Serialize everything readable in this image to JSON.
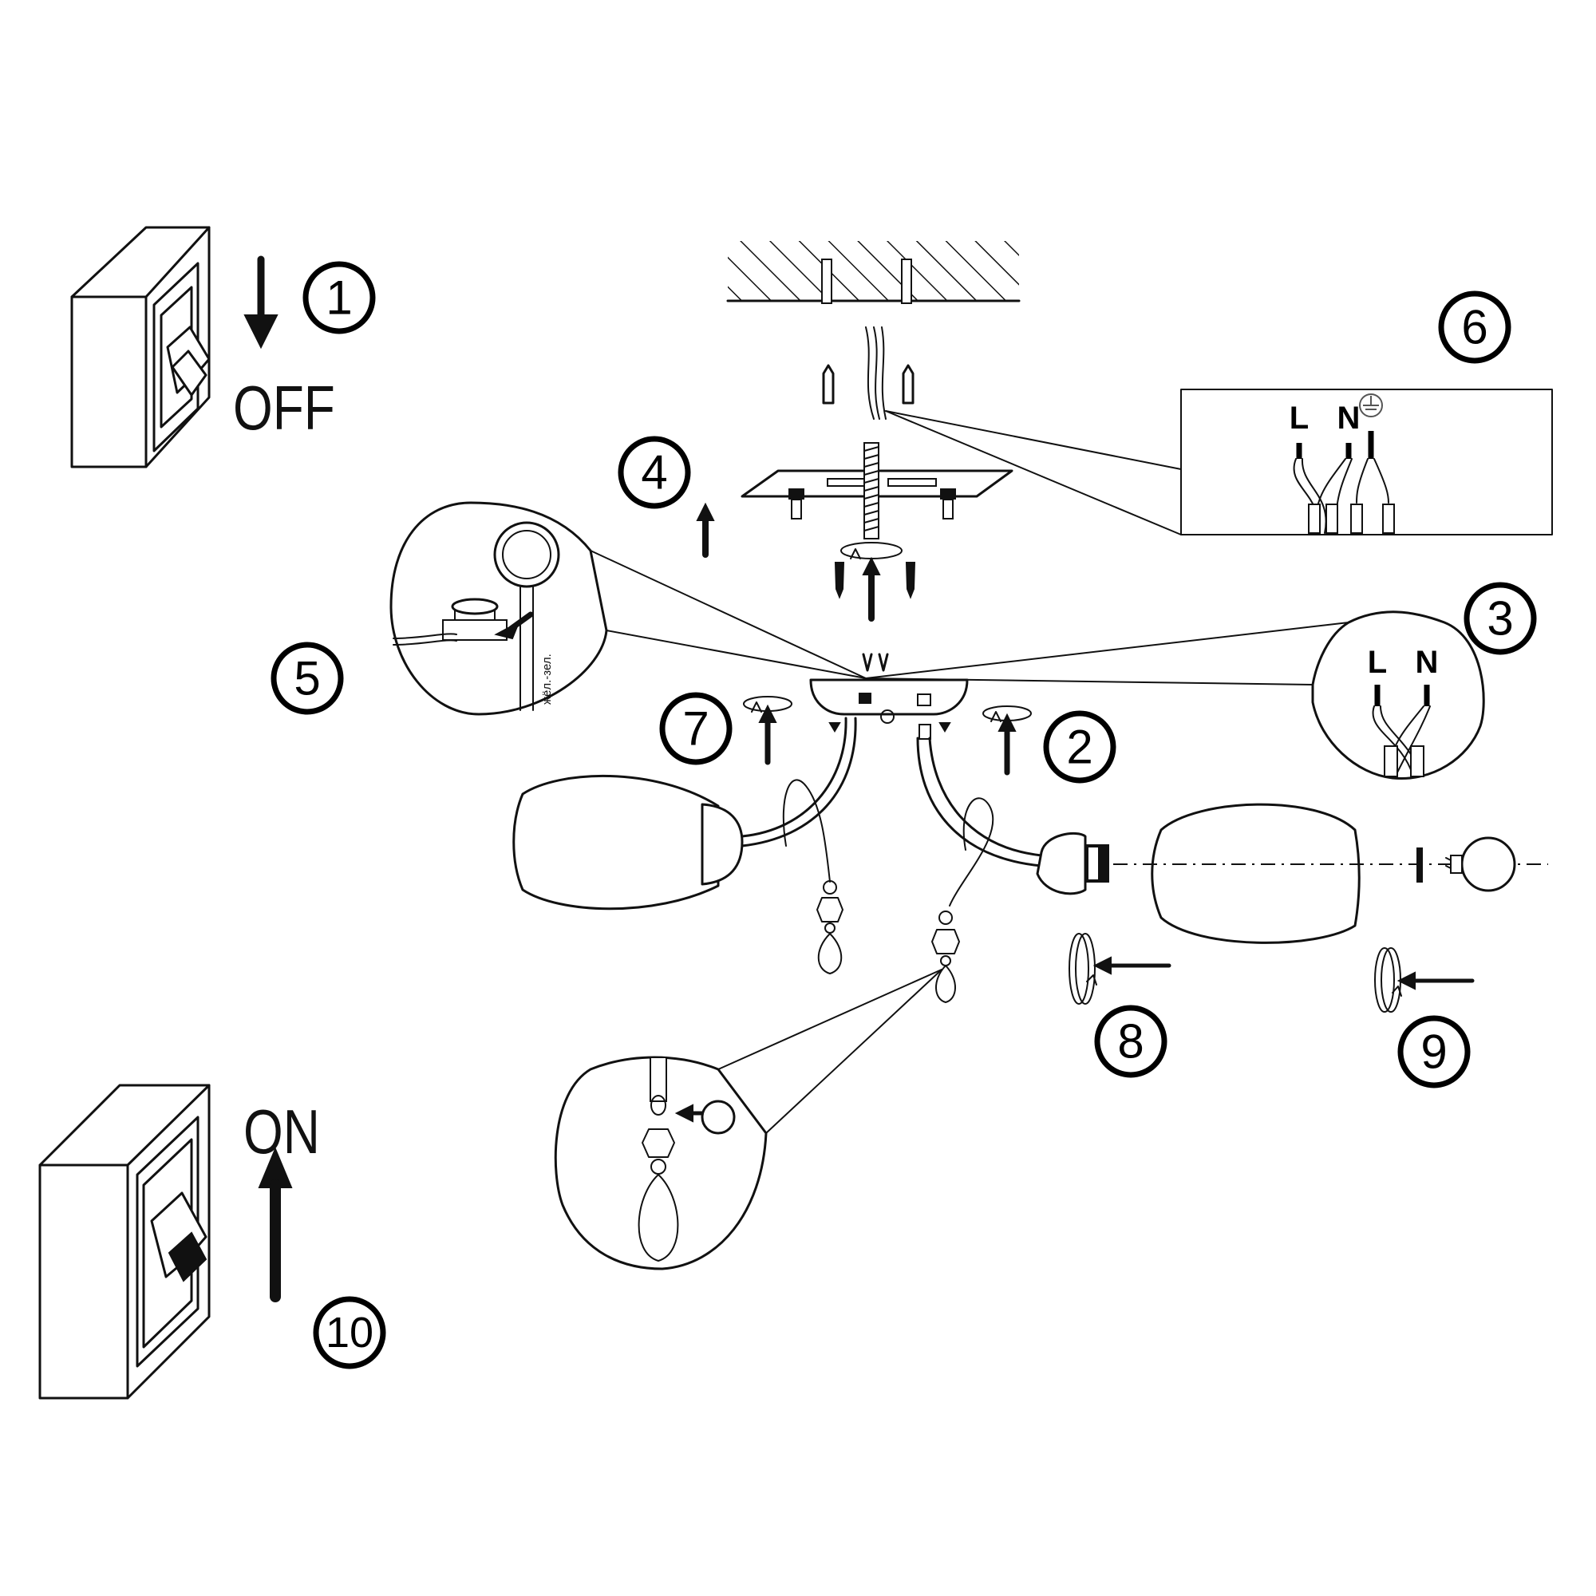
{
  "diagram": {
    "switch_off_label": "OFF",
    "switch_on_label": "ON",
    "steps": [
      "1",
      "2",
      "3",
      "4",
      "5",
      "6",
      "7",
      "8",
      "9",
      "10"
    ],
    "wiring_panel": {
      "live": "L",
      "neutral": "N"
    },
    "detail_3": {
      "live": "L",
      "neutral": "N"
    },
    "ground_wire_label": "жёл.-зел."
  }
}
